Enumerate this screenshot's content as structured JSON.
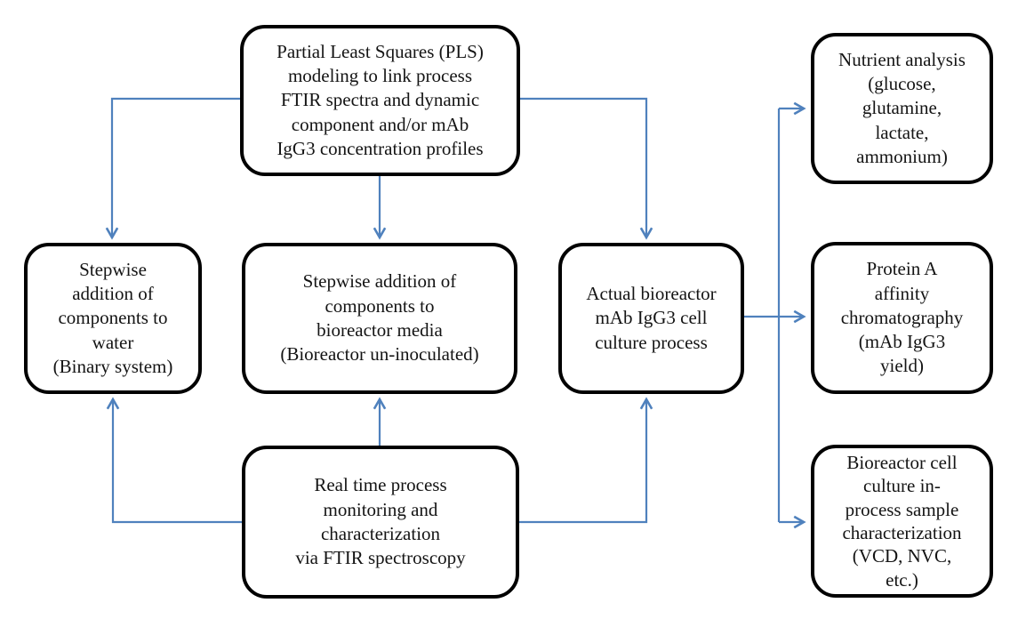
{
  "diagram": {
    "title": "FTIR / PLS bioprocess monitoring workflow flowchart",
    "background_color": "#ffffff",
    "box_border_color": "#000000",
    "arrow_color": "#4f81bd",
    "text_color": "#141414",
    "boxes": {
      "pls": {
        "text": "Partial Least Squares (PLS)\nmodeling to link process\nFTIR spectra and dynamic\ncomponent and/or mAb\nIgG3 concentration profiles"
      },
      "water": {
        "text": "Stepwise\naddition of\ncomponents to\nwater\n(Binary system)"
      },
      "media": {
        "text": "Stepwise addition of\ncomponents to\nbioreactor media\n(Bioreactor un-inoculated)"
      },
      "actual": {
        "text": "Actual bioreactor\nmAb IgG3 cell\nculture process"
      },
      "realtime": {
        "text": "Real time process\nmonitoring and\ncharacterization\nvia FTIR spectroscopy"
      },
      "nutrient": {
        "text": "Nutrient analysis\n(glucose,\nglutamine,\nlactate,\nammonium)"
      },
      "protein": {
        "text": "Protein A\naffinity\nchromatography\n(mAb IgG3\nyield)"
      },
      "biosample": {
        "text": "Bioreactor cell\nculture in-\nprocess sample\ncharacterization\n(VCD, NVC,\netc.)"
      }
    },
    "arrows": {
      "pls_to_water": "PLS modeling -> Stepwise addition of components to water",
      "pls_to_media": "PLS modeling -> Stepwise addition of components to bioreactor media",
      "pls_to_actual": "PLS modeling -> Actual bioreactor mAb IgG3 cell culture process",
      "realtime_to_water": "Real time FTIR monitoring -> Stepwise addition of components to water",
      "realtime_to_media": "Real time FTIR monitoring -> Stepwise addition of components to bioreactor media",
      "realtime_to_actual": "Real time FTIR monitoring -> Actual bioreactor cell culture process",
      "actual_to_nutrient": "Actual bioreactor process -> Nutrient analysis",
      "actual_to_protein": "Actual bioreactor process -> Protein A affinity chromatography",
      "actual_to_biosample": "Actual bioreactor process -> Bioreactor cell culture in-process sample characterization"
    }
  }
}
